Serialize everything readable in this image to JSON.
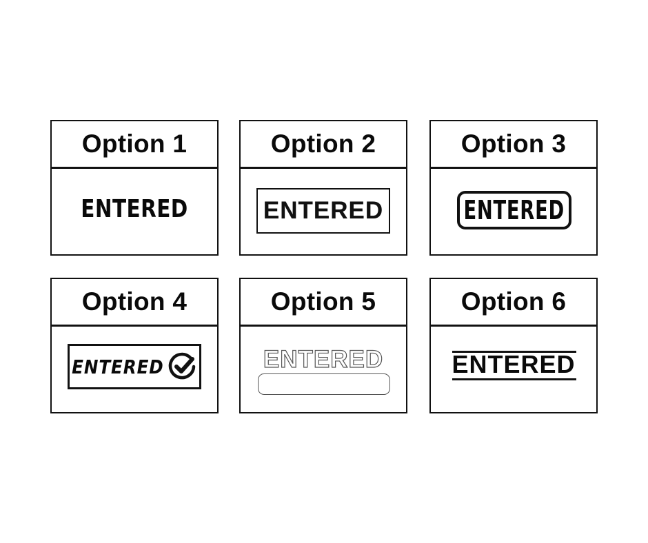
{
  "options": [
    {
      "header": "Option 1",
      "stamp_text": "ENTERED",
      "style": "bold-condensed-plain"
    },
    {
      "header": "Option 2",
      "stamp_text": "ENTERED",
      "style": "distressed-rectangle-border"
    },
    {
      "header": "Option 3",
      "stamp_text": "ENTERED",
      "style": "rounded-pill-border"
    },
    {
      "header": "Option 4",
      "stamp_text": "ENTERED",
      "style": "handwritten-rectangle-with-check",
      "icon": "check-circle-icon"
    },
    {
      "header": "Option 5",
      "stamp_text": "ENTERED",
      "style": "outline-text-with-pill-below"
    },
    {
      "header": "Option 6",
      "stamp_text": "ENTERED",
      "style": "text-between-rules"
    }
  ],
  "colors": {
    "ink": "#111111",
    "outline": "#555555",
    "background": "#ffffff"
  }
}
